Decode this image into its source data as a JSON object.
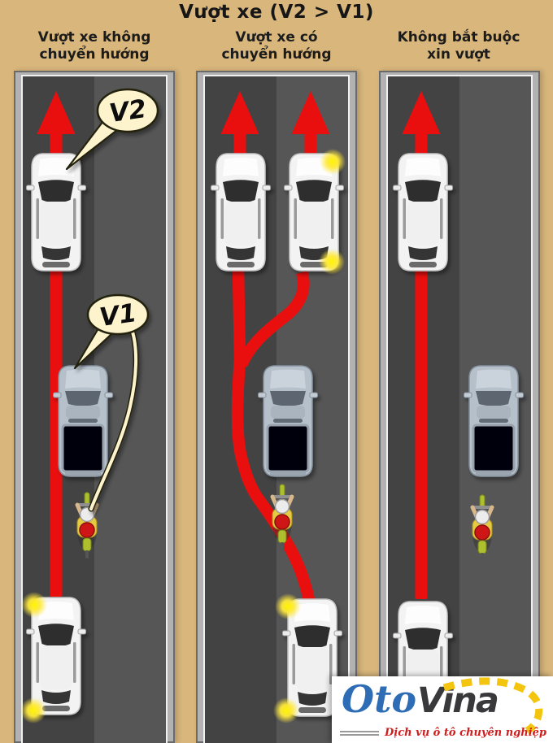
{
  "title": "Vượt xe (V2 > V1)",
  "panels": [
    {
      "name": "overtake-without-turning",
      "header": [
        "Vượt xe không",
        "chuyển hướng"
      ]
    },
    {
      "name": "overtake-with-turning",
      "header": [
        "Vượt xe có",
        "chuyển hướng"
      ]
    },
    {
      "name": "signal-not-required",
      "header": [
        "Không bắt buộc",
        "xin vượt"
      ]
    }
  ],
  "callouts": {
    "v2": "V2",
    "v1": "V1"
  },
  "logo": {
    "brand_blue": "Oto",
    "brand_dark": "Vina",
    "tagline": "Dịch vụ ô tô chuyên nghiệp"
  },
  "colors": {
    "background_tan": "#d8b67c",
    "road_left_lane": "#434343",
    "road_right_lane": "#565656",
    "road_shoulder": "#b2b2b2",
    "path_red": "#e90f0f",
    "callout_cream": "#fdf3cd",
    "blinker_yellow": "#fff400",
    "logo_blue": "#2e6cb5",
    "logo_dark": "#39393b",
    "logo_yellow": "#f4c50f",
    "tagline_red": "#cf1e1e"
  }
}
